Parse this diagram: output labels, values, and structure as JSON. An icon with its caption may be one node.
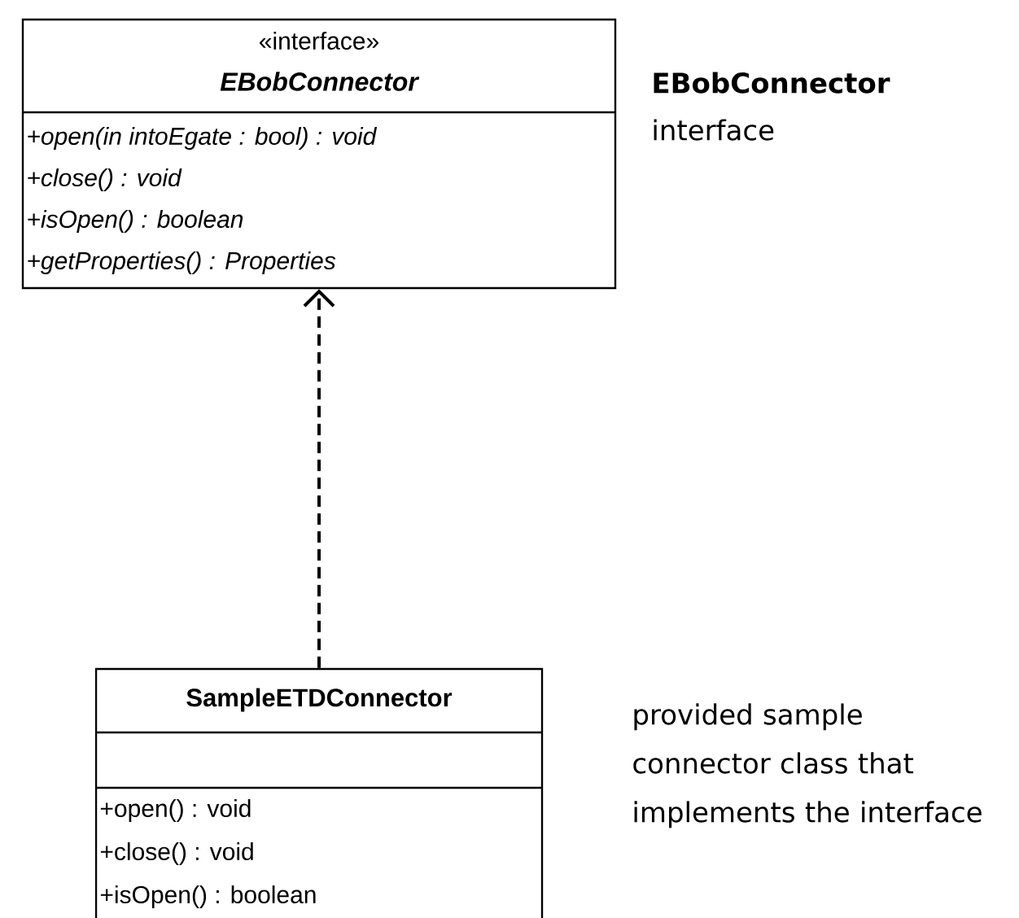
{
  "diagram": {
    "nodes": [
      {
        "text": [
          "«interface»",
          "EBobConnector",
          "+open(in intoEgate : bool) : void",
          "+close() : void",
          "+isOpen() : boolean",
          "+getProperties() : Properties"
        ]
      },
      {
        "text": [
          "SampleETDConnector",
          "+open() : void",
          "+close() : void",
          "+isOpen() : boolean"
        ]
      }
    ],
    "edges": [
      {
        "from": 1,
        "to": 0,
        "arrow": "to",
        "style": "dashed"
      }
    ],
    "labels": [
      "**EBobConnector** interface",
      "provided sample connector class that implements the interface"
    ]
  }
}
